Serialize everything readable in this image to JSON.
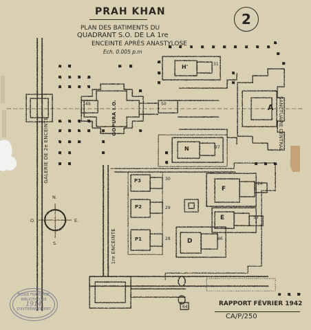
{
  "header": {
    "title": "PRAH KHAN",
    "subtitle_line1": "PLAN DES BATIMENTS DU",
    "subtitle_line2": "QUADRANT S.O. DE LA 1re",
    "subtitle_line3": "ENCEINTE APRÈS ANASTYLOSE",
    "scale": "Ech. 0.005 p.m",
    "sheet_number": "2"
  },
  "labels": {
    "gallery": "GALERIE DE 2e ENCEINTE",
    "gopura": "GOPURA I.O.",
    "enceinte": "1re ENCEINTE",
    "sanctuary": "SANCTUAIRE CENTRAL",
    "sanctuary_letter": "A",
    "bldg_h": "H'",
    "bldg_n": "N",
    "bldg_f": "F",
    "bldg_e": "E",
    "bldg_d": "D",
    "bldg_p3": "P3",
    "bldg_p2": "P2",
    "bldg_p1": "P1",
    "n31": "31",
    "n49": "49",
    "n50": "50",
    "n97": "97",
    "n30": "30",
    "n29": "29",
    "n28": "28",
    "n24": "24",
    "n33": "33",
    "n96": "96",
    "n64": "64"
  },
  "compass": {
    "n": "N.",
    "s": "S.",
    "e": "E.",
    "o": "O."
  },
  "stamp": {
    "line1": "ECOLE FRANÇAISE",
    "line2": "D'EXTRÊME ORIENT",
    "line3": "BIBLIOTHÈQUE",
    "number": "1914"
  },
  "footer": {
    "report": "RAPPORT FÉVRIER 1942",
    "reference": "CA/P/250"
  }
}
